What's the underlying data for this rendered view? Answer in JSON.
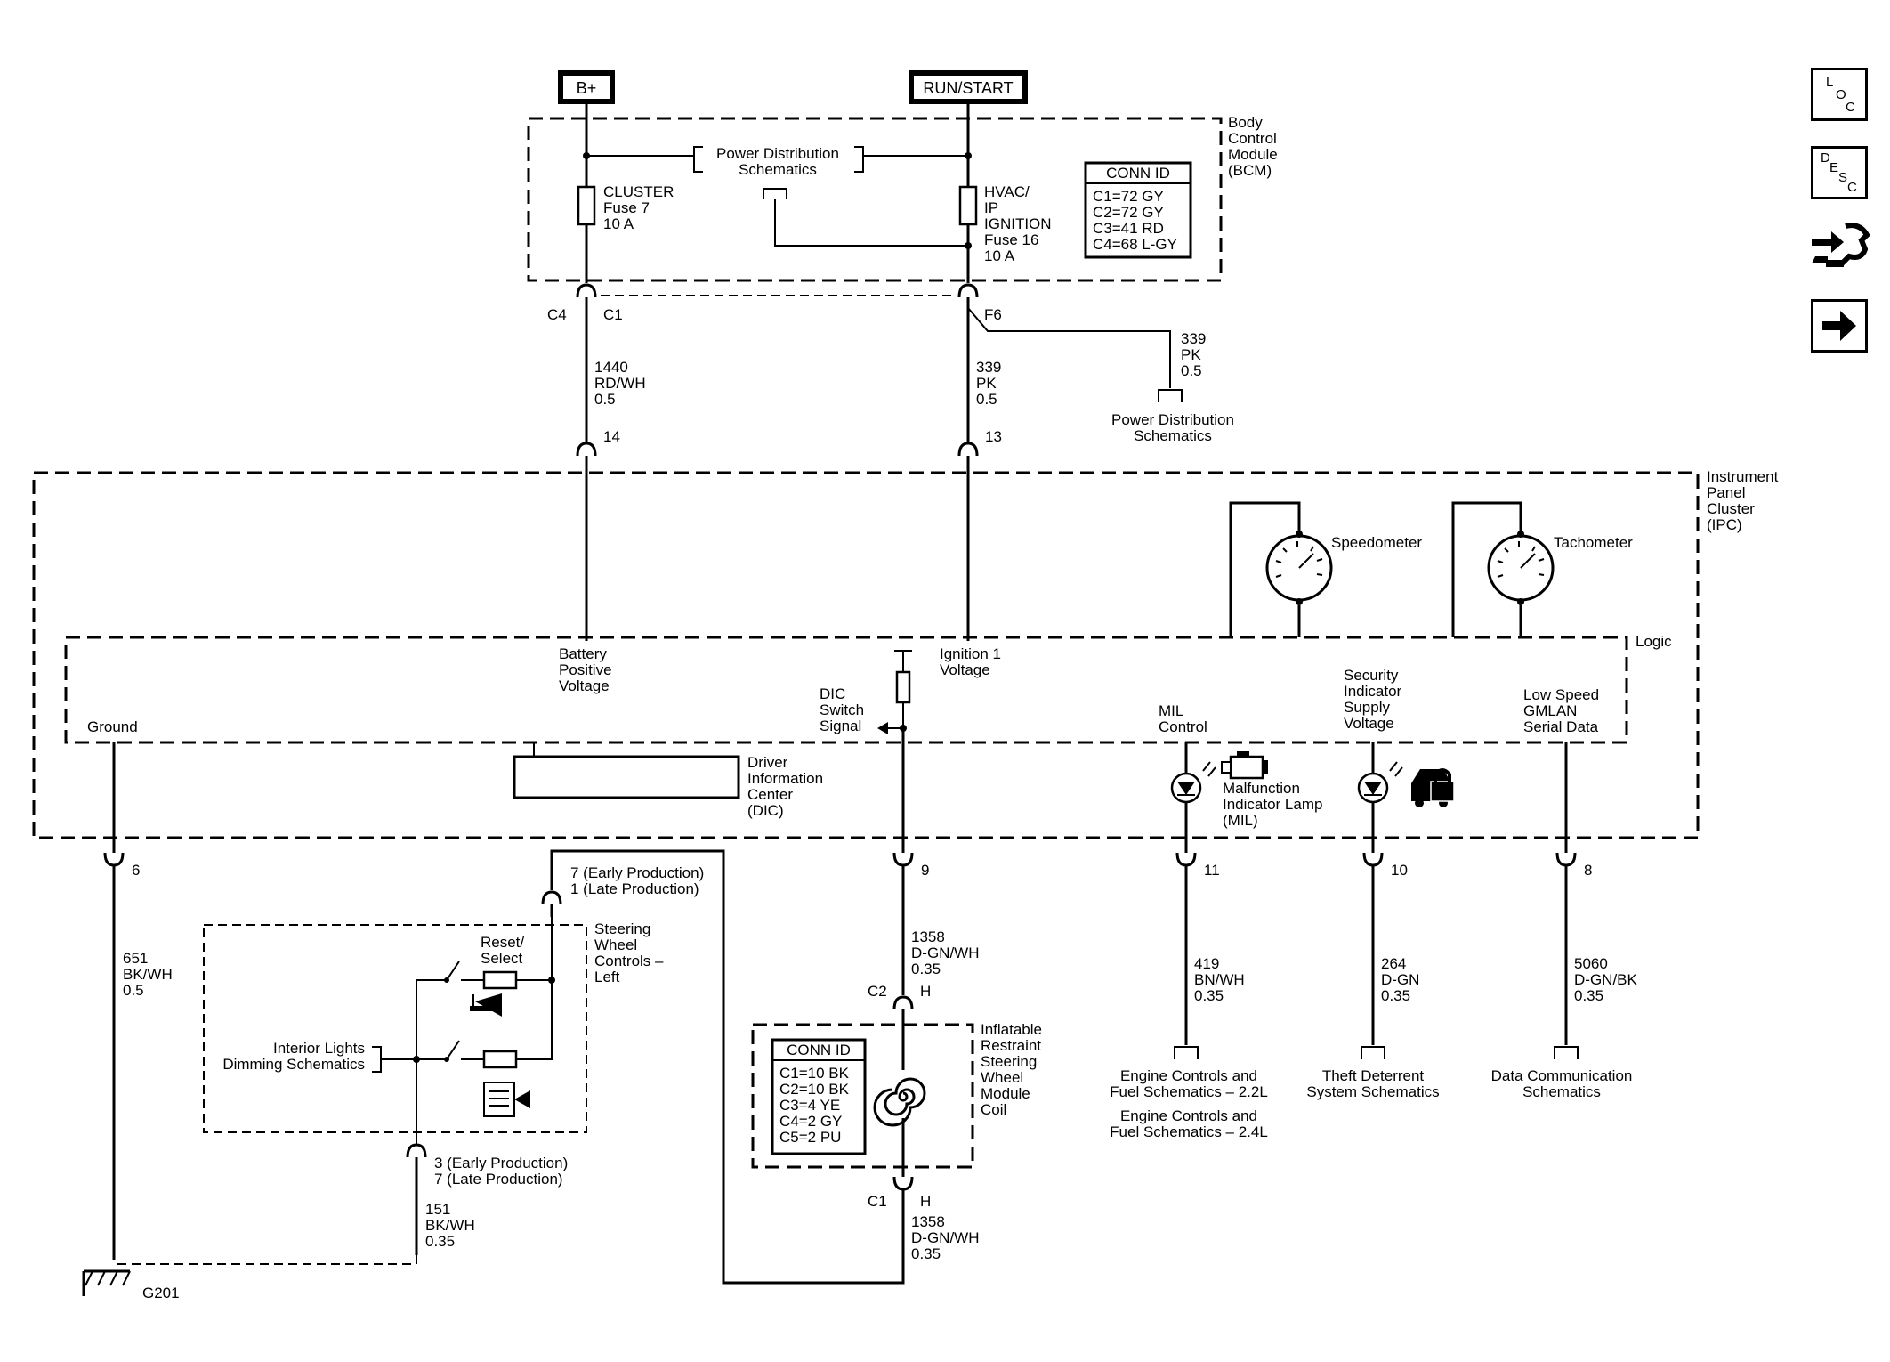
{
  "power": {
    "bplus": "B+",
    "run_start": "RUN/START"
  },
  "bcm": {
    "title": [
      "Body",
      "Control",
      "Module",
      "(BCM)"
    ],
    "pds": [
      "Power Distribution",
      "Schematics"
    ],
    "fuse7": [
      "CLUSTER",
      "Fuse 7",
      "10 A"
    ],
    "fuse16": [
      "HVAC/",
      "IP",
      "IGNITION",
      "Fuse 16",
      "10 A"
    ],
    "conn_header": "CONN ID",
    "conn": [
      "C1=72 GY",
      "C2=72 GY",
      "C3=41 RD",
      "C4=68 L-GY"
    ],
    "c4": "C4",
    "c1": "C1",
    "f6": "F6"
  },
  "wires": {
    "w1440": [
      "1440",
      "RD/WH",
      "0.5"
    ],
    "w339a": [
      "339",
      "PK",
      "0.5"
    ],
    "w339b": [
      "339",
      "PK",
      "0.5"
    ],
    "w651": [
      "651",
      "BK/WH",
      "0.5"
    ],
    "w1358a": [
      "1358",
      "D-GN/WH",
      "0.35"
    ],
    "w1358b": [
      "1358",
      "D-GN/WH",
      "0.35"
    ],
    "w419": [
      "419",
      "BN/WH",
      "0.35"
    ],
    "w264": [
      "264",
      "D-GN",
      "0.35"
    ],
    "w5060": [
      "5060",
      "D-GN/BK",
      "0.35"
    ],
    "w151": [
      "151",
      "BK/WH",
      "0.35"
    ]
  },
  "pins": {
    "p14": "14",
    "p13": "13",
    "p6": "6",
    "p9": "9",
    "p11": "11",
    "p10": "10",
    "p8": "8",
    "p7": [
      "7 (Early Production)",
      "1 (Late Production)"
    ],
    "p3": [
      "3 (Early Production)",
      "7 (Late Production)"
    ],
    "c2": "C2",
    "h1": "H",
    "c1": "C1",
    "h2": "H"
  },
  "pds2": [
    "Power Distribution",
    "Schematics"
  ],
  "ipc": {
    "title": [
      "Instrument",
      "Panel",
      "Cluster",
      "(IPC)"
    ],
    "logic": "Logic",
    "speedometer": "Speedometer",
    "tachometer": "Tachometer",
    "bpv": [
      "Battery",
      "Positive",
      "Voltage"
    ],
    "ign": [
      "Ignition 1",
      "Voltage"
    ],
    "dic_sw": [
      "DIC",
      "Switch",
      "Signal"
    ],
    "ground": "Ground",
    "dic": [
      "Driver",
      "Information",
      "Center",
      "(DIC)"
    ],
    "mil_ctrl": [
      "MIL",
      "Control"
    ],
    "mil_lamp": [
      "Malfunction",
      "Indicator Lamp",
      "(MIL)"
    ],
    "sec": [
      "Security",
      "Indicator",
      "Supply",
      "Voltage"
    ],
    "gmlan": [
      "Low Speed",
      "GMLAN",
      "Serial Data"
    ]
  },
  "swc": {
    "title": [
      "Steering",
      "Wheel",
      "Controls –",
      "Left"
    ],
    "reset": [
      "Reset/",
      "Select"
    ],
    "ild": [
      "Interior Lights",
      "Dimming Schematics"
    ]
  },
  "airbag": {
    "title": [
      "Inflatable",
      "Restraint",
      "Steering",
      "Wheel",
      "Module",
      "Coil"
    ],
    "conn_header": "CONN ID",
    "conn": [
      "C1=10 BK",
      "C2=10 BK",
      "C3=4 YE",
      "C4=2 GY",
      "C5=2 PU"
    ]
  },
  "refs": {
    "engine22": [
      "Engine Controls and",
      "Fuel Schematics – 2.2L"
    ],
    "engine24": [
      "Engine Controls and",
      "Fuel Schematics – 2.4L"
    ],
    "theft": [
      "Theft Deterrent",
      "System Schematics"
    ],
    "datacomm": [
      "Data Communication",
      "Schematics"
    ]
  },
  "ground_label": "G201",
  "nav": {
    "loc": [
      "L",
      "O",
      "C"
    ],
    "desc": [
      "D",
      "E",
      "S",
      "C"
    ]
  }
}
